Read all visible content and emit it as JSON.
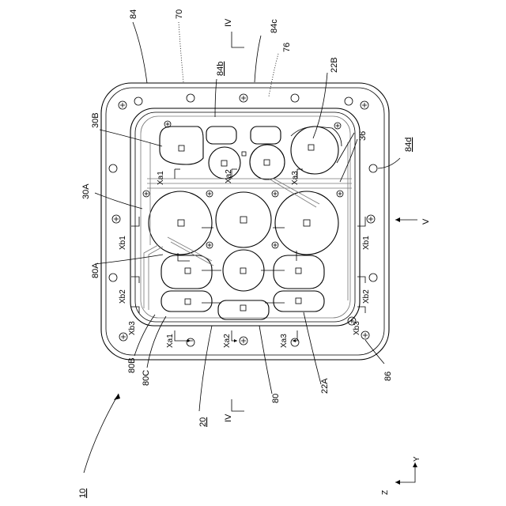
{
  "labels": {
    "n84": "84",
    "n70": "70",
    "n84c": "84c",
    "n76": "76",
    "n84b": "84b",
    "n22B": "22B",
    "n30B": "30B",
    "n36": "36",
    "n84d": "84d",
    "n30A": "30A",
    "n80A": "80A",
    "n80B": "80B",
    "n80C": "80C",
    "n20": "20",
    "n80": "80",
    "n22A": "22A",
    "n86": "86",
    "n10": "10",
    "V": "V",
    "IV_top": "IV",
    "IV_bottom": "IV",
    "Xa1_top": "Xa1",
    "Xa2_top": "Xa2",
    "Xa3_top": "Xa3",
    "Xa1_bottom": "Xa1",
    "Xa2_bottom": "Xa2",
    "Xa3_bottom": "Xa3",
    "Xb1_left": "Xb1",
    "Xb2_left": "Xb2",
    "Xb3_left": "Xb3",
    "Xb1_right": "Xb1",
    "Xb2_right": "Xb2",
    "Xb3_right": "Xb3",
    "axis_Y": "Y",
    "axis_Z": "Z"
  }
}
